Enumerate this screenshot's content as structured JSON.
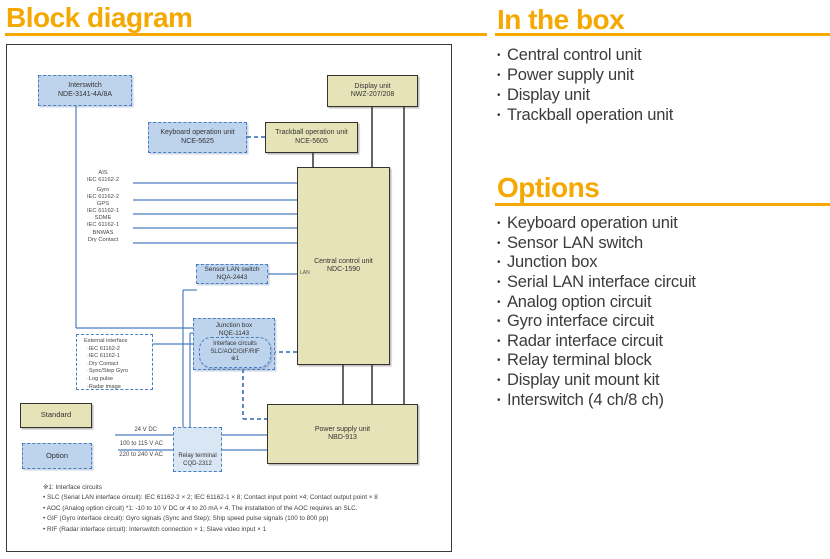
{
  "accent_color": "#F5A800",
  "bullets": {
    "dot": "•"
  },
  "left": {
    "title": "Block diagram",
    "legend": {
      "standard": "Standard",
      "option": "Option"
    },
    "boxes": {
      "interswitch": {
        "name": "Interswitch",
        "model": "NDE-3141-4A/8A"
      },
      "display": {
        "name": "Display unit",
        "model": "NWZ-207/208"
      },
      "keyboard": {
        "name": "Keyboard operation unit",
        "model": "NCE-5625"
      },
      "trackball": {
        "name": "Trackball operation unit",
        "model": "NCE-5605"
      },
      "ccu": {
        "name": "Central control unit",
        "model": "NDC-1590",
        "port": "LAN"
      },
      "sensor_lan": {
        "name": "Sensor LAN switch",
        "model": "NQA-2443"
      },
      "junction": {
        "name": "Junction box",
        "model": "NQE-1143"
      },
      "interface": {
        "line1": "Interface circuits",
        "line2": "SLC/AOC/GIF/RIF",
        "line3": "※1"
      },
      "psu": {
        "name": "Power supply unit",
        "model": "NBD-913"
      },
      "relay": {
        "name": "Relay terminal",
        "model": "CQD-2312"
      }
    },
    "signals": [
      {
        "name": "AIS",
        "spec": "IEC 61162-2"
      },
      {
        "name": "Gyro",
        "spec": "IEC 61162-2"
      },
      {
        "name": "GPS",
        "spec": "IEC 61162-1"
      },
      {
        "name": "SDME",
        "spec": "IEC 61162-1"
      },
      {
        "name": "BNWAS",
        "spec": "Dry Contact"
      }
    ],
    "external": {
      "title": "External interface",
      "items": [
        "·IEC 61162-2",
        "·IEC 61162-1",
        "·Dry Contact",
        "·Sync/Step Gyro",
        "·Log pulse",
        "·Radar image"
      ]
    },
    "power": {
      "dc": "24 V DC",
      "ac1": "100 to 115 V AC",
      "ac2": "220 to 240 V AC"
    },
    "footnotes": [
      "※1: Interface circuits",
      "• SLC (Serial LAN interface circuit): IEC 61162-2 × 2; IEC 61162-1 × 8; Contact input point ×4; Contact output point × 8",
      "• AOC (Analog option circuit) *1: -10 to 10 V DC or 4 to 20 mA × 4. The installation of the AOC requires an SLC.",
      "• GIF (Gyro interface circuit): Gyro signals (Sync and Step); Ship speed pulse signals (100 to 800 pp)",
      "• RIF (Radar interface circuit): Interswitch connection × 1; Slave video input × 1"
    ]
  },
  "right": {
    "in_the_box": {
      "title": "In the box",
      "items": [
        "Central control unit",
        "Power supply unit",
        "Display unit",
        "Trackball operation unit"
      ]
    },
    "options": {
      "title": "Options",
      "items": [
        "Keyboard operation unit",
        "Sensor LAN switch",
        "Junction box",
        "Serial LAN interface circuit",
        "Analog option circuit",
        "Gyro interface circuit",
        "Radar interface circuit",
        "Relay terminal block",
        "Display unit mount kit",
        "Interswitch (4 ch/8 ch)"
      ]
    }
  }
}
